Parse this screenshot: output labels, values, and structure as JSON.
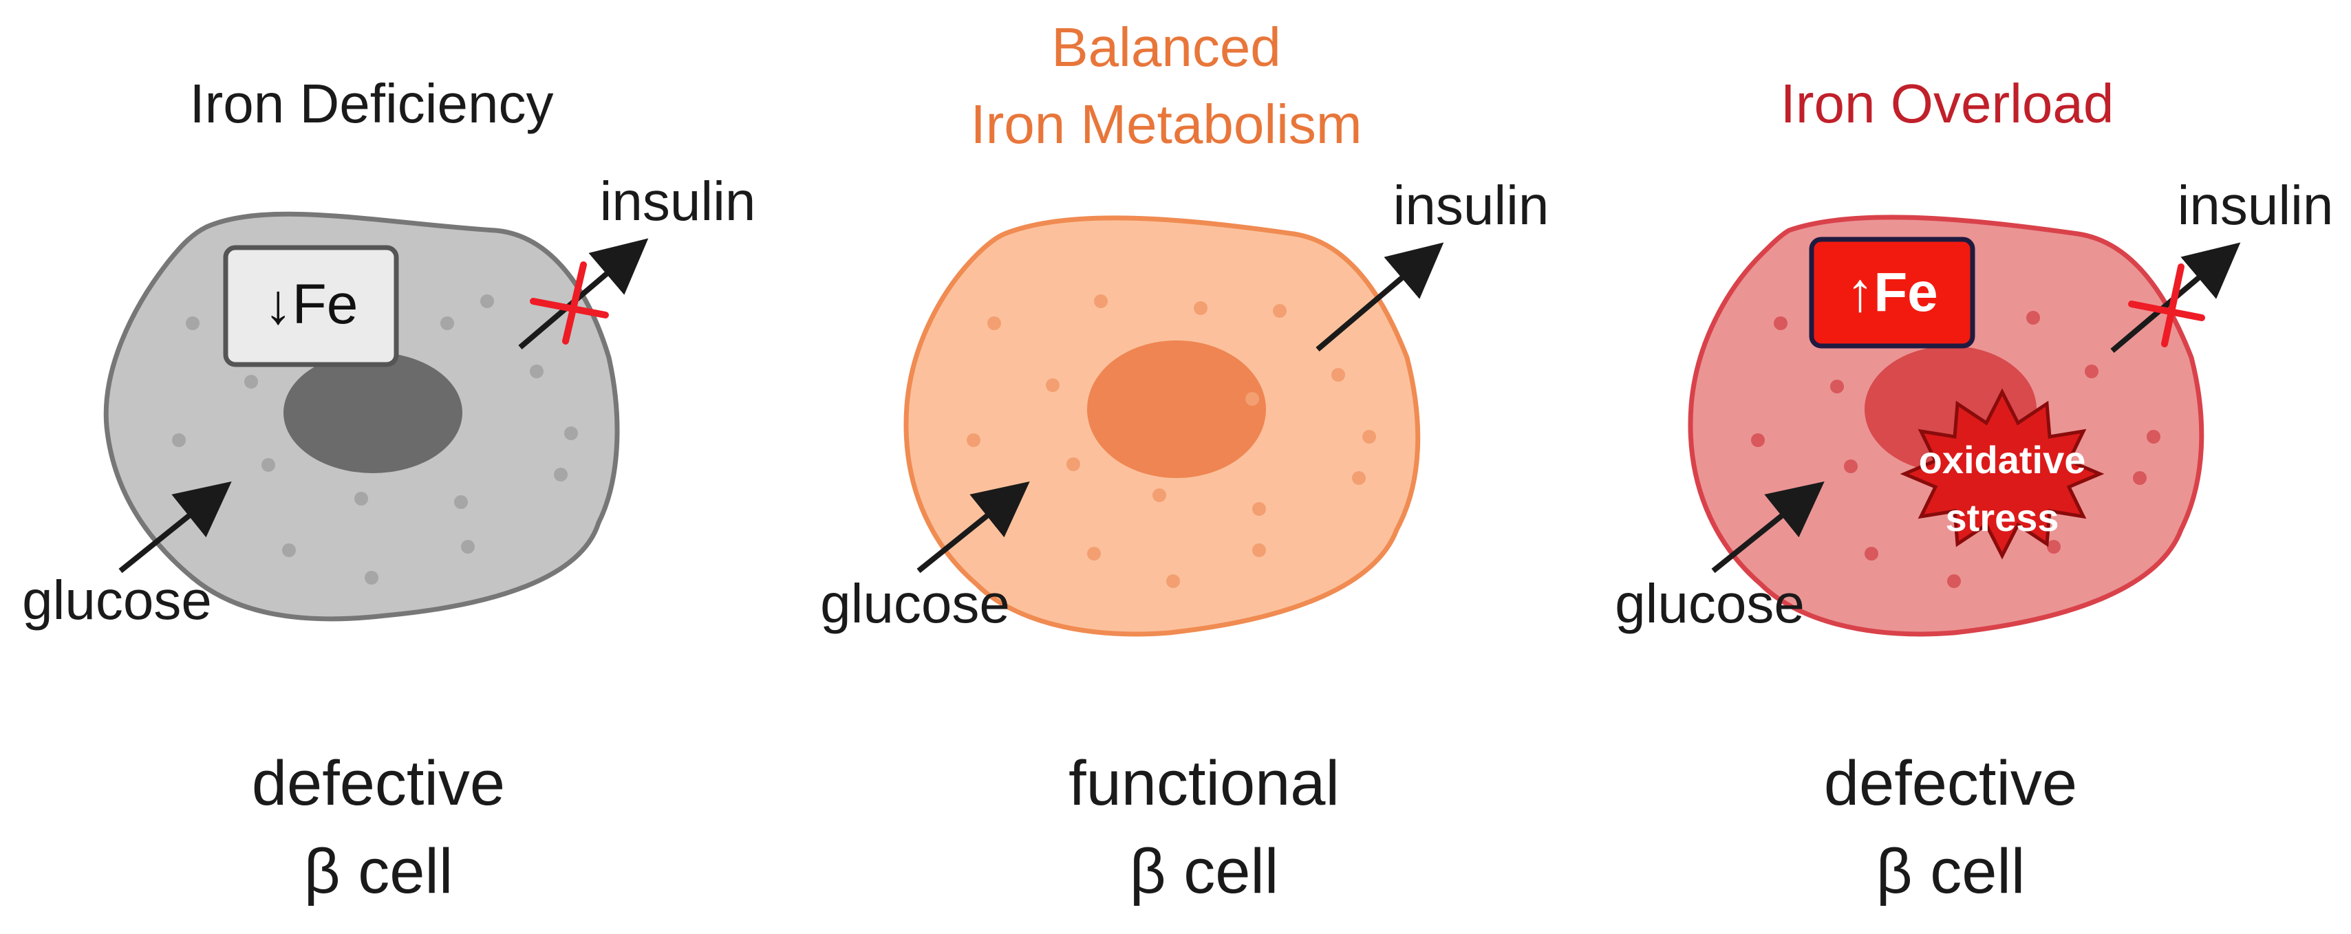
{
  "colors": {
    "title_neutral": "#1a1a1a",
    "title_balanced": "#e8763a",
    "title_overload": "#c0202a",
    "arrow": "#1a1a1a",
    "block_x": "#ee1c25"
  },
  "panels": {
    "deficiency": {
      "title": "Iron Deficiency",
      "insulin_label": "insulin",
      "glucose_label": "glucose",
      "iron_badge": "↓Fe",
      "outcome_line1": "defective",
      "outcome_line2": "β cell",
      "cell_fill": "#c4c4c4",
      "cell_stroke": "#777777",
      "nucleus_fill": "#6b6b6b",
      "dot_fill": "#a6a6a6"
    },
    "balanced": {
      "title_line1": "Balanced",
      "title_line2": "Iron Metabolism",
      "insulin_label": "insulin",
      "glucose_label": "glucose",
      "outcome_line1": "functional",
      "outcome_line2": "β cell",
      "cell_fill": "#fcc19c",
      "cell_stroke": "#f08b52",
      "nucleus_fill": "#ef8552",
      "dot_fill": "#f39f72"
    },
    "overload": {
      "title": "Iron Overload",
      "insulin_label": "insulin",
      "glucose_label": "glucose",
      "iron_badge": "↑Fe",
      "stress_line1": "oxidative",
      "stress_line2": "stress",
      "outcome_line1": "defective",
      "outcome_line2": "β cell",
      "cell_fill": "#eb9494",
      "cell_stroke": "#d9424a",
      "nucleus_fill": "#d84a4c",
      "dot_fill": "#d8585c",
      "badge_fill": "#f21a0f",
      "badge_stroke": "#1f1a40",
      "star_fill": "#dc1a1a",
      "star_stroke": "#8a0b0b"
    }
  }
}
